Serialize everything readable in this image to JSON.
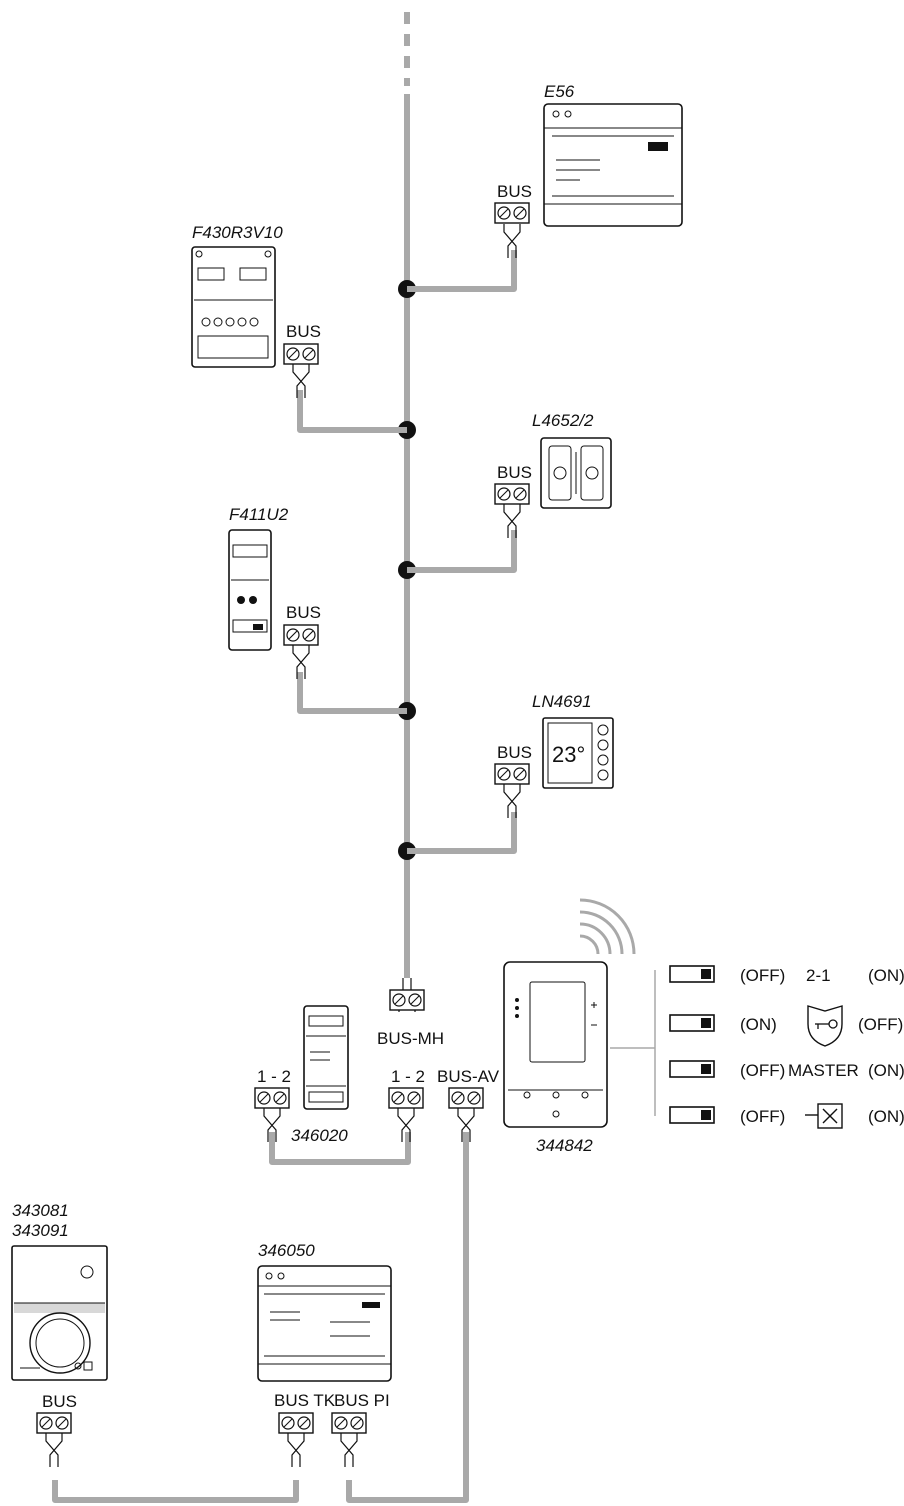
{
  "devices": {
    "e56": "E56",
    "f430": "F430R3V10",
    "l4652": "L4652/2",
    "f411": "F411U2",
    "ln4691": "LN4691",
    "d346020": "346020",
    "d344842": "344842",
    "d343081": "343081",
    "d343091": "343091",
    "d346050": "346050"
  },
  "terminals": {
    "bus": "BUS",
    "bus_mh": "BUS-MH",
    "one_two": "1 - 2",
    "bus_av": "BUS-AV",
    "bus_tk": "BUS TK",
    "bus_pi": "BUS PI"
  },
  "thermostat_reading": "23°",
  "switches": [
    {
      "left": "(OFF)",
      "middle": "2-1",
      "right": "(ON)"
    },
    {
      "left": "(ON)",
      "middle": "",
      "right": "(OFF)"
    },
    {
      "left": "(OFF)",
      "middle": "MASTER",
      "right": "(ON)"
    },
    {
      "left": "(OFF)",
      "middle": "",
      "right": "(ON)"
    }
  ],
  "icons": [
    "shield-key-icon",
    "cross-box-icon",
    "wifi-icon"
  ],
  "colors": {
    "wire": "#a9a9a9",
    "line": "#111111"
  }
}
